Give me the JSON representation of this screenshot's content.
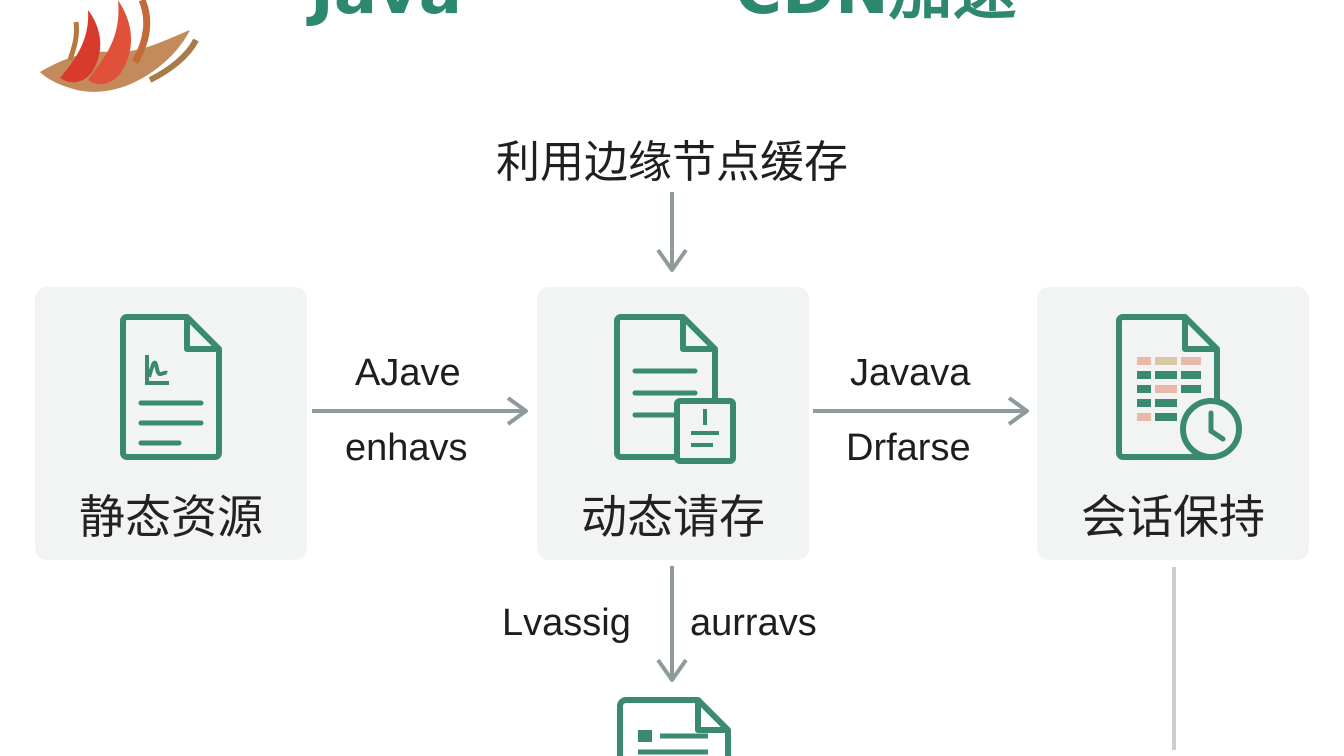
{
  "header": {
    "title_left_fragment": "Java",
    "title_right_fragment": "CDN加速"
  },
  "top_caption": "利用边缘节点缓存",
  "cards": [
    {
      "label": "静态资源",
      "icon": "document-chart-icon"
    },
    {
      "label": "动态请存",
      "icon": "document-form-icon"
    },
    {
      "label": "会话保持",
      "icon": "spreadsheet-clock-icon"
    }
  ],
  "edges": {
    "static_to_dynamic": {
      "line1": "AJave",
      "line2": "enhavs"
    },
    "dynamic_to_session": {
      "line1": "Javava",
      "line2": "Drfarse"
    },
    "dynamic_down": {
      "left": "Lvassig",
      "right": "aurravs"
    }
  },
  "colors": {
    "accent": "#2d8870",
    "icon_green": "#3a8a72",
    "arrow_gray": "#8f9b9b",
    "card_bg": "#f2f4f3"
  }
}
